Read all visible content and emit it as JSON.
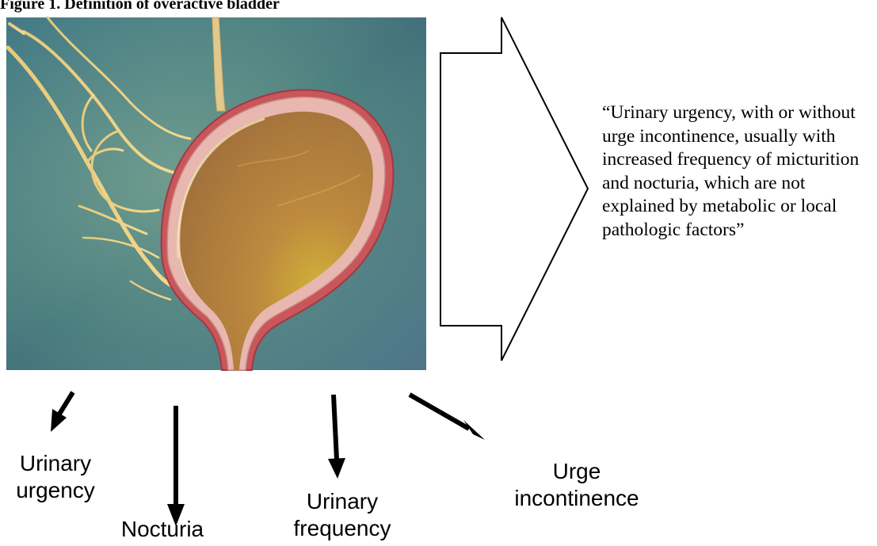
{
  "figure": {
    "caption": "Figure 1.   Definition of overactive bladder",
    "definition_quote": "“Urinary urgency, with or without urge incontinence, usually with increased frequency of micturition and nocturia, which are not explained by metabolic or local pathologic factors”",
    "symptoms": [
      {
        "label_line1": "Urinary",
        "label_line2": "urgency"
      },
      {
        "label_line1": "Nocturia"
      },
      {
        "label_line1": "Urinary",
        "label_line2": "frequency"
      },
      {
        "label_line1": "Urge",
        "label_line2": "incontinence"
      }
    ]
  }
}
